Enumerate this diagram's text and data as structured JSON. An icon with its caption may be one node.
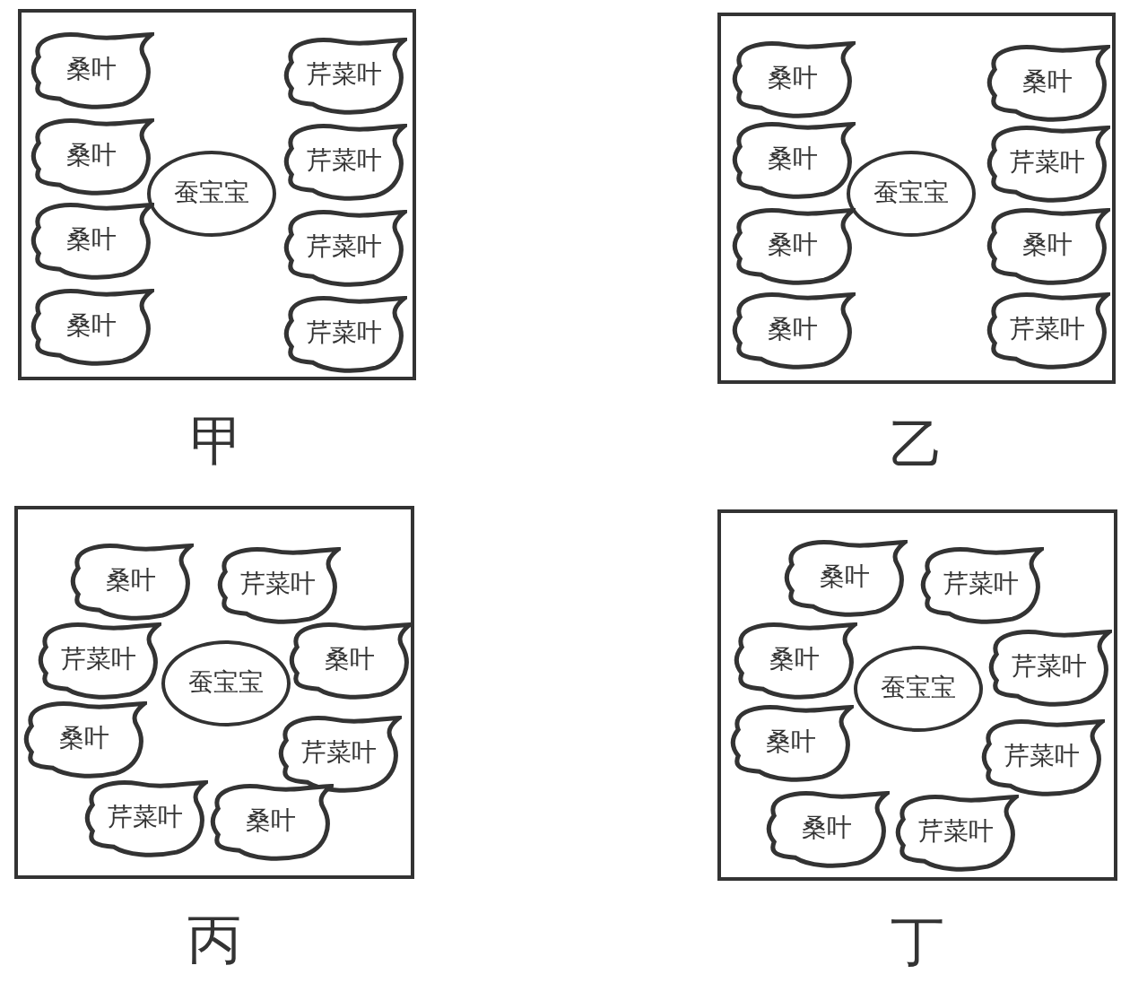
{
  "diagram": {
    "nodes": [
      {
        "text": [
          "甲"
        ]
      },
      {
        "text": [
          "桑叶"
        ],
        "in": 0
      },
      {
        "text": [
          "芹菜叶"
        ],
        "in": 0
      },
      {
        "text": [
          "桑叶"
        ],
        "in": 0
      },
      {
        "text": [
          "芹菜叶"
        ],
        "in": 0
      },
      {
        "text": [
          "蚕宝宝"
        ],
        "in": 0
      },
      {
        "text": [
          "桑叶"
        ],
        "in": 0
      },
      {
        "text": [
          "芹菜叶"
        ],
        "in": 0
      },
      {
        "text": [
          "桑叶"
        ],
        "in": 0
      },
      {
        "text": [
          "芹菜叶"
        ],
        "in": 0
      },
      {
        "text": [
          "乙"
        ]
      },
      {
        "text": [
          "桑叶"
        ],
        "in": 10
      },
      {
        "text": [
          "桑叶"
        ],
        "in": 10
      },
      {
        "text": [
          "桑叶"
        ],
        "in": 10
      },
      {
        "text": [
          "芹菜叶"
        ],
        "in": 10
      },
      {
        "text": [
          "蚕宝宝"
        ],
        "in": 10
      },
      {
        "text": [
          "桑叶"
        ],
        "in": 10
      },
      {
        "text": [
          "桑叶"
        ],
        "in": 10
      },
      {
        "text": [
          "桑叶"
        ],
        "in": 10
      },
      {
        "text": [
          "芹菜叶"
        ],
        "in": 10
      },
      {
        "text": [
          "丙"
        ]
      },
      {
        "text": [
          "桑叶"
        ],
        "in": 20
      },
      {
        "text": [
          "芹菜叶"
        ],
        "in": 20
      },
      {
        "text": [
          "芹菜叶"
        ],
        "in": 20
      },
      {
        "text": [
          "蚕宝宝"
        ],
        "in": 20
      },
      {
        "text": [
          "桑叶"
        ],
        "in": 20
      },
      {
        "text": [
          "桑叶"
        ],
        "in": 20
      },
      {
        "text": [
          "芹菜叶"
        ],
        "in": 20
      },
      {
        "text": [
          "芹菜叶"
        ],
        "in": 20
      },
      {
        "text": [
          "桑叶"
        ],
        "in": 20
      },
      {
        "text": [
          "丁"
        ]
      },
      {
        "text": [
          "桑叶"
        ],
        "in": 30
      },
      {
        "text": [
          "芹菜叶"
        ],
        "in": 30
      },
      {
        "text": [
          "桑叶"
        ],
        "in": 30
      },
      {
        "text": [
          "蚕宝宝"
        ],
        "in": 30
      },
      {
        "text": [
          "芹菜叶"
        ],
        "in": 30
      },
      {
        "text": [
          "桑叶"
        ],
        "in": 30
      },
      {
        "text": [
          "芹菜叶"
        ],
        "in": 30
      },
      {
        "text": [
          "桑叶"
        ],
        "in": 30
      },
      {
        "text": [
          "芹菜叶"
        ],
        "in": 30
      }
    ]
  }
}
